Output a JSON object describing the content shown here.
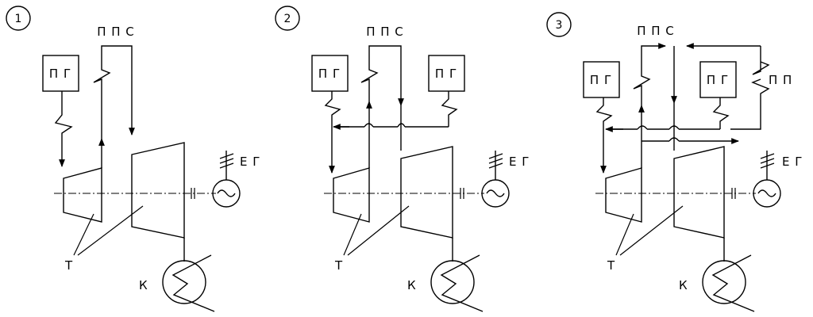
{
  "diagrams": [
    {
      "number": "1",
      "pps": "П П С",
      "pg": "П Г",
      "eg": "Е Г",
      "t": "Т",
      "k": "К"
    },
    {
      "number": "2",
      "pps": "П П С",
      "pg_left": "П Г",
      "pg_right": "П Г",
      "eg": "Е Г",
      "t": "Т",
      "k": "К"
    },
    {
      "number": "3",
      "pps": "П П С",
      "pg_left": "П Г",
      "pg_right": "П Г",
      "pp": "П П",
      "eg": "Е Г",
      "t": "Т",
      "k": "К"
    }
  ]
}
